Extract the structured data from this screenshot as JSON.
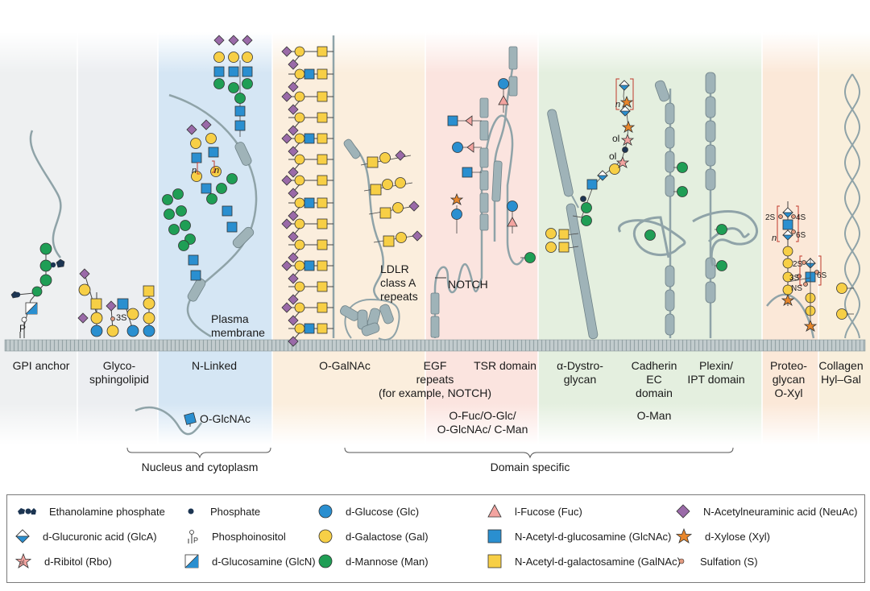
{
  "categories": [
    {
      "id": "gpi",
      "label": "GPI anchor"
    },
    {
      "id": "glycosphingolipid",
      "label": "Glyco-\nsphingolipid"
    },
    {
      "id": "n_linked",
      "label": "N-Linked"
    },
    {
      "id": "o_galnac",
      "label": "O-GalNAc"
    },
    {
      "id": "egf",
      "label": "EGF\nrepeats\n(for example, NOTCH)"
    },
    {
      "id": "tsr",
      "label": "TSR domain"
    },
    {
      "id": "dystroglycan",
      "label": "α-Dystro-\nglycan"
    },
    {
      "id": "cadherin",
      "label": "Cadherin\nEC\ndomain"
    },
    {
      "id": "plexin",
      "label": "Plexin/\nIPT domain"
    },
    {
      "id": "proteoglycan",
      "label": "Proteo-\nglycan\nO-Xyl"
    },
    {
      "id": "collagen",
      "label": "Collagen\nHyl–Gal"
    }
  ],
  "group_labels": {
    "fuc_glc": "O-Fuc/O-Glc/\nO-GlcNAc/ C-Man",
    "man": "O-Man",
    "o_glcnac": "O-GlcNAc"
  },
  "brackets": {
    "nucleus": "Nucleus and cytoplasm",
    "domain": "Domain specific"
  },
  "inline_labels": {
    "membrane": "Plasma\nmembrane",
    "ldlr": "LDLR\nclass A\nrepeats",
    "notch": "NOTCH",
    "three_s": "3S",
    "ol_1": "ol",
    "ol_2": "ol",
    "n1": "n",
    "n2": "n",
    "n3": "n",
    "n4": "n",
    "s2s_a": "2S",
    "s4s": "4S",
    "s6s_a": "6S",
    "s2s_b": "2S",
    "s3s": "3S",
    "s6s_b": "6S",
    "sns": "NS",
    "p": "P"
  },
  "legend": [
    {
      "icon": "ethanolamine-phosphate-icon",
      "label": "Ethanolamine phosphate"
    },
    {
      "icon": "phosphate-icon",
      "label": "Phosphate"
    },
    {
      "icon": "glucose-icon",
      "label": "d-Glucose (Glc)"
    },
    {
      "icon": "fucose-icon",
      "label": "l-Fucose (Fuc)"
    },
    {
      "icon": "neuac-icon",
      "label": "N-Acetylneuraminic acid (NeuAc)"
    },
    {
      "icon": "glucuronic-acid-icon",
      "label": "d-Glucuronic acid (GlcA)"
    },
    {
      "icon": "phosphoinositol-icon",
      "label": "Phosphoinositol"
    },
    {
      "icon": "galactose-icon",
      "label": "d-Galactose (Gal)"
    },
    {
      "icon": "glcnac-icon",
      "label": "N-Acetyl-d-glucosamine (GlcNAc)"
    },
    {
      "icon": "xylose-icon",
      "label": "d-Xylose (Xyl)"
    },
    {
      "icon": "ribitol-icon",
      "label": "d-Ribitol (Rbo)"
    },
    {
      "icon": "glucosamine-icon",
      "label": "d-Glucosamine (GlcN)"
    },
    {
      "icon": "mannose-icon",
      "label": "d-Mannose (Man)"
    },
    {
      "icon": "galnac-icon",
      "label": "N-Acetyl-d-galactosamine (GalNAc)"
    },
    {
      "icon": "sulfation-icon",
      "label": "Sulfation (S)"
    }
  ],
  "colors": {
    "glucose": "#2a8fd0",
    "galactose": "#f7cf46",
    "mannose": "#1f9e55",
    "glcnac": "#2a8fd0",
    "galnac": "#f7cf46",
    "neuac": "#9a6aa8",
    "fucose": "#f3a4a0",
    "xylose": "#e8862a",
    "protein": "#9fb3b8",
    "membrane": "#a9b5b8"
  }
}
